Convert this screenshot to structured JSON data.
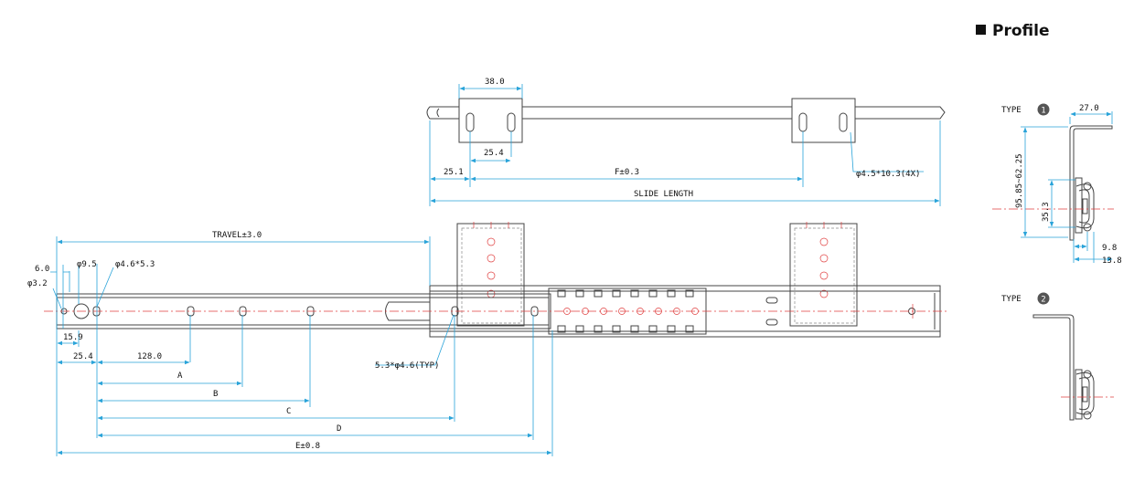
{
  "profile": {
    "title": "Profile",
    "square_icon": "black-square-bullet"
  },
  "top_view": {
    "dim_38": "38.0",
    "dim_25_4": "25.4",
    "dim_25_1": "25.1",
    "dim_f": "F±0.3",
    "hole_note": "φ4.5*10.3(4X)",
    "slide_length": "SLIDE LENGTH"
  },
  "front_view": {
    "travel": "TRAVEL±3.0",
    "d6": "6.0",
    "d9_5": "φ9.5",
    "d4_6": "φ4.6*5.3",
    "d3_2": "φ3.2",
    "d15_9": "15.9",
    "d25_4": "25.4",
    "d128": "128.0",
    "a": "A",
    "b": "B",
    "c": "C",
    "d": "D",
    "e": "E±0.8",
    "typ_note": "5.3*φ4.6(TYP)"
  },
  "type1": {
    "label": "TYPE",
    "badge": "1",
    "d27": "27.0",
    "range": "95.85~62.25",
    "d35_3": "35.3",
    "d9_8": "9.8",
    "d13_8": "13.8"
  },
  "type2": {
    "label": "TYPE",
    "badge": "2"
  },
  "colors": {
    "dimension": "#29a3d9",
    "centerline": "#e04040",
    "outline": "#444444",
    "badge": "#555555"
  }
}
